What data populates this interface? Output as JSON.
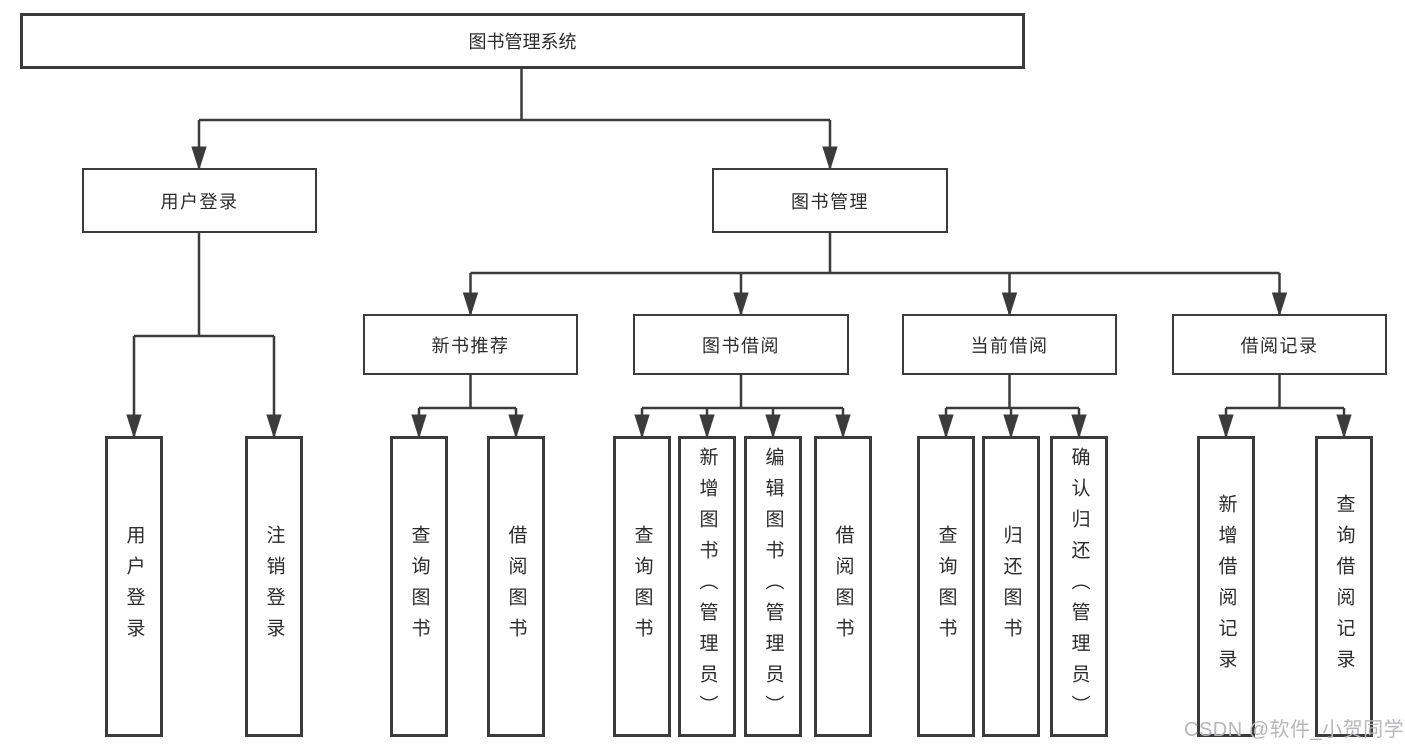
{
  "diagram": {
    "title": "图书管理系统",
    "nodes": {
      "root": "图书管理系统",
      "user_login": "用户登录",
      "book_mgmt": "图书管理",
      "new_book_rec": "新书推荐",
      "book_borrow": "图书借阅",
      "current_borrow": "当前借阅",
      "borrow_records": "借阅记录",
      "ul_login": "用户登录",
      "ul_logout": "注销登录",
      "nb_query": "查询图书",
      "nb_borrow": "借阅图书",
      "bb_query": "查询图书",
      "bb_add": "新增图书（管理员）",
      "bb_edit": "编辑图书（管理员）",
      "bb_borrow": "借阅图书",
      "cb_query": "查询图书",
      "cb_return": "归还图书",
      "cb_confirm": "确认归还（管理员）",
      "br_add": "新增借阅记录",
      "br_query": "查询借阅记录"
    },
    "edges": [
      [
        "root",
        "user_login"
      ],
      [
        "root",
        "book_mgmt"
      ],
      [
        "user_login",
        "ul_login"
      ],
      [
        "user_login",
        "ul_logout"
      ],
      [
        "book_mgmt",
        "new_book_rec"
      ],
      [
        "book_mgmt",
        "book_borrow"
      ],
      [
        "book_mgmt",
        "current_borrow"
      ],
      [
        "book_mgmt",
        "borrow_records"
      ],
      [
        "new_book_rec",
        "nb_query"
      ],
      [
        "new_book_rec",
        "nb_borrow"
      ],
      [
        "book_borrow",
        "bb_query"
      ],
      [
        "book_borrow",
        "bb_add"
      ],
      [
        "book_borrow",
        "bb_edit"
      ],
      [
        "book_borrow",
        "bb_borrow"
      ],
      [
        "current_borrow",
        "cb_query"
      ],
      [
        "current_borrow",
        "cb_return"
      ],
      [
        "current_borrow",
        "cb_confirm"
      ],
      [
        "borrow_records",
        "br_add"
      ],
      [
        "borrow_records",
        "br_query"
      ]
    ]
  },
  "watermark": "CSDN @软件_小贺同学",
  "colors": {
    "line": "#3b3b3b",
    "box_border": "#3b3b3b",
    "box_fill": "#ffffff",
    "text": "#2b2b2b",
    "watermark": "#b7b7ba",
    "background": "#ffffff"
  }
}
